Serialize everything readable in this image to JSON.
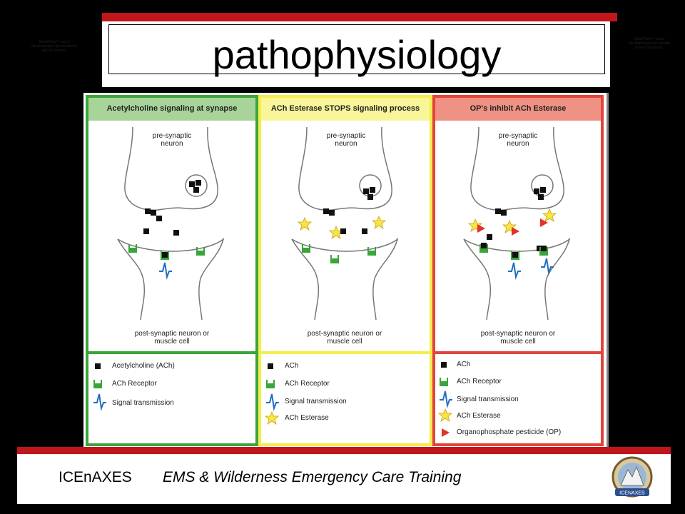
{
  "title": "pathophysiology",
  "ghost_left": "QuickTime™ and a decompressor are needed to see this picture.",
  "ghost_right": "QuickTime™ and a decompressor are needed to see this picture.",
  "colors": {
    "accent_red": "#c0161b",
    "green": "#3aa53a",
    "yellow": "#f4ee4c",
    "red_panel": "#e2443a"
  },
  "panels": [
    {
      "header": "Acetylcholine signaling at synapse",
      "pre": "pre-synaptic neuron",
      "post": "post-synaptic neuron or muscle cell",
      "legend": [
        "Acetylcholine (ACh)",
        "ACh Receptor",
        "Signal transmission"
      ]
    },
    {
      "header": "ACh Esterase STOPS signaling process",
      "pre": "pre-synaptic neuron",
      "post": "post-synaptic neuron or muscle cell",
      "legend": [
        "ACh",
        "ACh Receptor",
        "Signal transmission",
        "ACh Esterase"
      ]
    },
    {
      "header": "OP's inhibit ACh Esterase",
      "pre": "pre-synaptic neuron",
      "post": "post-synaptic neuron or muscle cell",
      "legend": [
        "ACh",
        "ACh Receptor",
        "Signal transmission",
        "ACh Esterase",
        "Organophosphate pesticide (OP)"
      ]
    }
  ],
  "footer": {
    "brand": "ICEnAXES",
    "subtitle": "EMS & Wilderness Emergency Care Training",
    "logo_text": "ICENAXES"
  }
}
